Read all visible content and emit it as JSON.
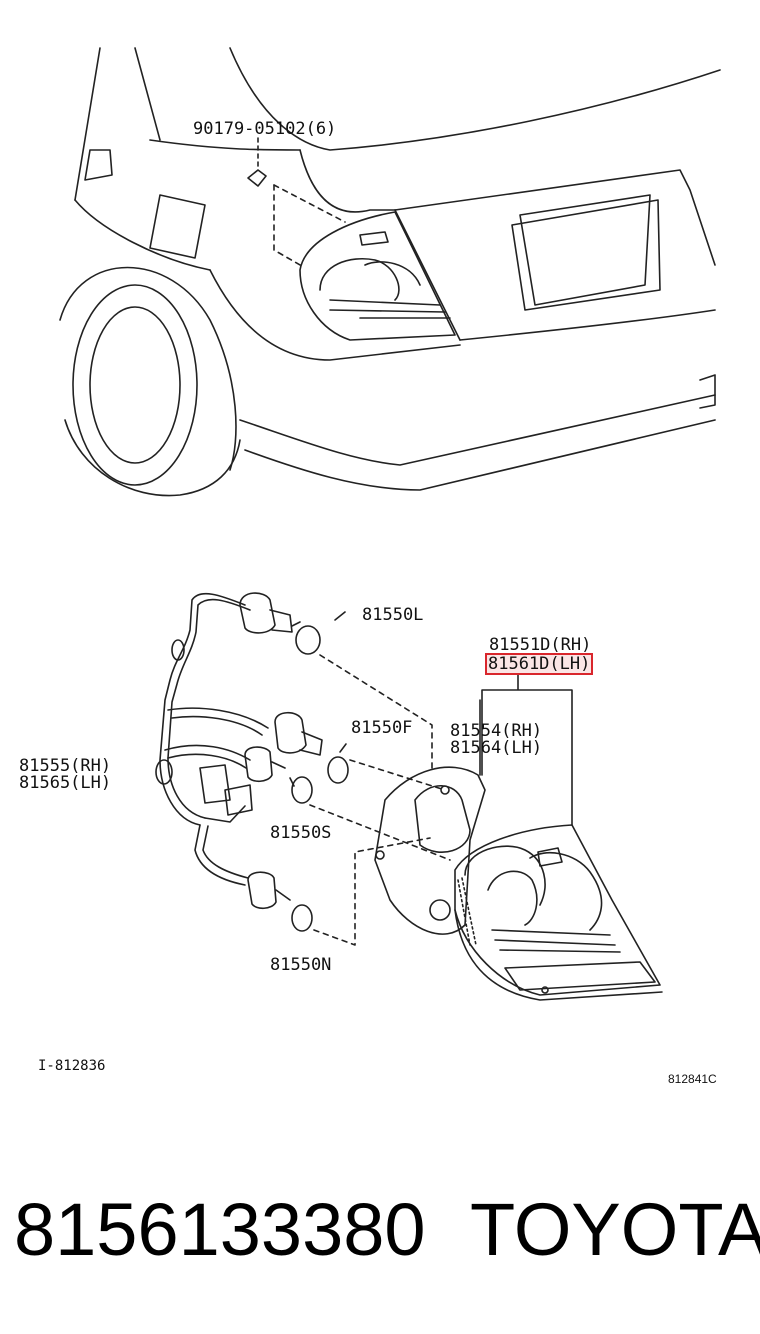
{
  "labels": {
    "clip_part": "90179-05102(6)",
    "bulb_l": "81550L",
    "lamp_rh": "81551D(RH)",
    "lamp_lh": "81561D(LH)",
    "bulb_f": "81550F",
    "gasket_rh": "81554(RH)",
    "gasket_lh": "81564(LH)",
    "socket_rh": "81555(RH)",
    "socket_lh": "81565(LH)",
    "bulb_s": "81550S",
    "bulb_n": "81550N",
    "illus_id_left": "I-812836",
    "illus_id_right": "812841C"
  },
  "highlight_color": "#d9262c",
  "footer": {
    "part_number": "8156133380",
    "brand": "TOYOTA"
  }
}
